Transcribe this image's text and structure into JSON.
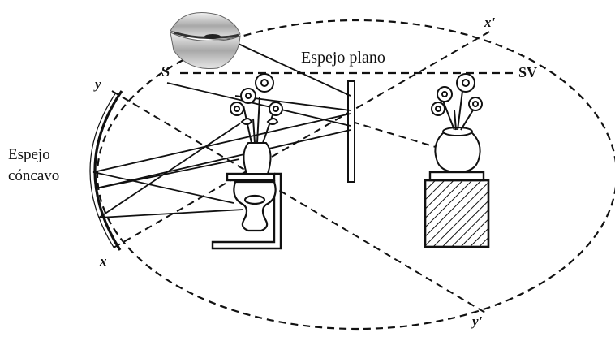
{
  "labels": {
    "flat_mirror": "Espejo plano",
    "concave_mirror_line1": "Espejo",
    "concave_mirror_line2": "cóncavo",
    "s": "S",
    "sv": "SV",
    "x": "x",
    "y": "y",
    "x_prime": "x'",
    "y_prime": "y'"
  },
  "icons": {
    "observer": "lips-icon",
    "real_flowers": "flower-vase-icon",
    "virtual_flowers": "flower-vase-icon",
    "inverted_vase": "vase-icon"
  },
  "colors": {
    "ink": "#111111",
    "lip_light": "#d8d8d8",
    "lip_dark": "#5a5a5a"
  }
}
